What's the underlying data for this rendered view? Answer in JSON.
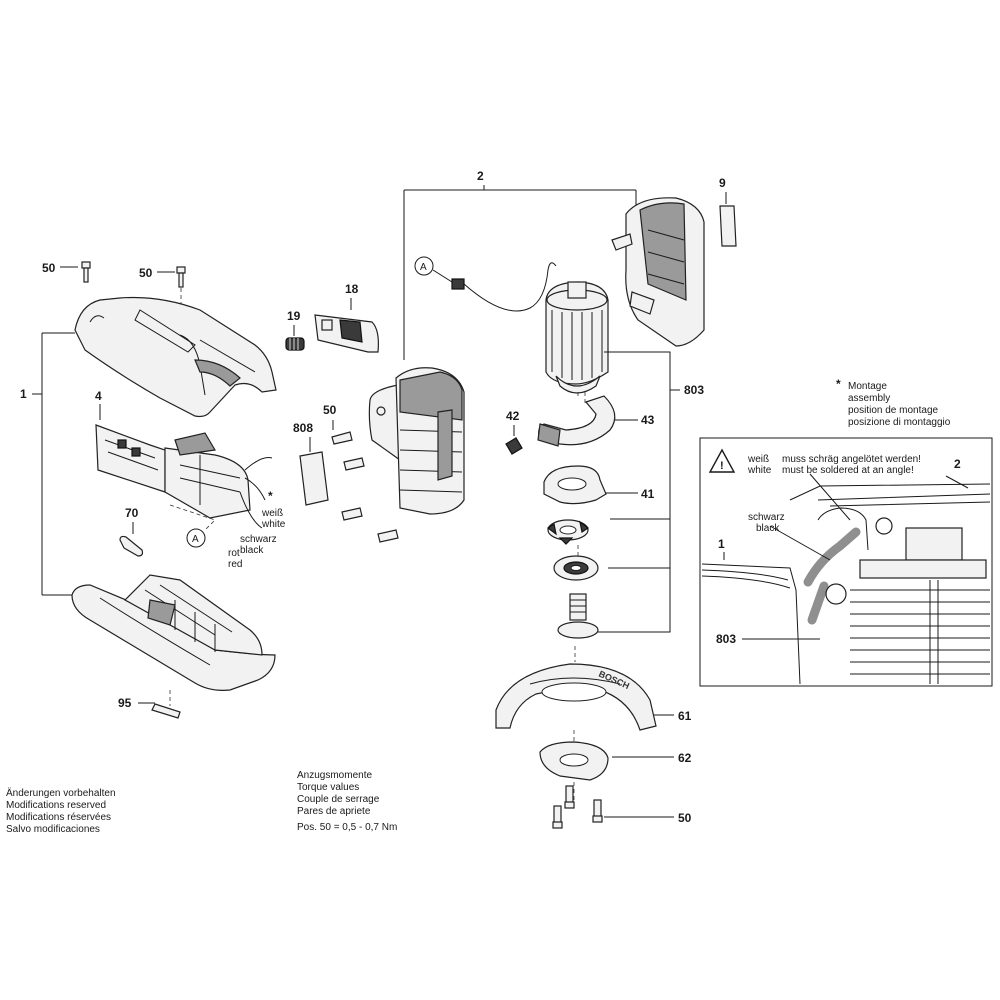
{
  "labels": {
    "p1": "1",
    "p2": "2",
    "p4": "4",
    "p9": "9",
    "p18": "18",
    "p19": "19",
    "p41": "41",
    "p42": "42",
    "p43": "43",
    "p50a": "50",
    "p50b": "50",
    "p50c": "50",
    "p50d": "50",
    "p61": "61",
    "p62": "62",
    "p70": "70",
    "p95": "95",
    "p803": "803",
    "p808": "808",
    "callout_a1": "A",
    "callout_a2": "A",
    "inset_1": "1",
    "inset_2": "2",
    "inset_803": "803"
  },
  "wire_labels": {
    "weiss": "weiß",
    "white": "white",
    "schwarz": "schwarz",
    "black": "black",
    "rot": "rot",
    "red": "red"
  },
  "montage_note": {
    "star": "*",
    "line1": "Montage",
    "line2": "assembly",
    "line3": "position de montage",
    "line4": "posizione di montaggio"
  },
  "inset": {
    "warn_de_word": "weiß",
    "warn_de_text": "muss schräg angelötet werden!",
    "warn_en_word": "white",
    "warn_en_text": "must be soldered at an angle!",
    "schwarz": "schwarz",
    "black": "black"
  },
  "footer_left": [
    "Änderungen vorbehalten",
    "Modifications reserved",
    "Modifications réservées",
    "Salvo modificaciones"
  ],
  "torque": {
    "line1": "Anzugsmomente",
    "line2": "Torque values",
    "line3": "Couple de serrage",
    "line4": "Pares de apriete",
    "line5": "Pos. 50 =  0,5 - 0,7 Nm"
  },
  "brand_mark": "BOSCH",
  "colors": {
    "ink": "#1a1a1a",
    "part_fill": "#f2f2f2",
    "part_shade": "#9a9a9a",
    "inset_highlight": "#8f8f8f"
  }
}
